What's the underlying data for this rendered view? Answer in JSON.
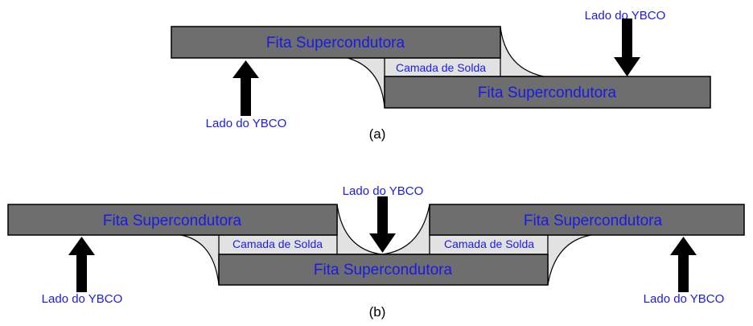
{
  "colors": {
    "tape": "#6e6e6e",
    "solder": "#e2e2e2",
    "label_text": "#1a1ae6"
  },
  "labels": {
    "tape": "Fita Supercondutora",
    "solder": "Camada de Solda",
    "ybco": "Lado do YBCO",
    "panel_a": "(a)",
    "panel_b": "(b)"
  }
}
